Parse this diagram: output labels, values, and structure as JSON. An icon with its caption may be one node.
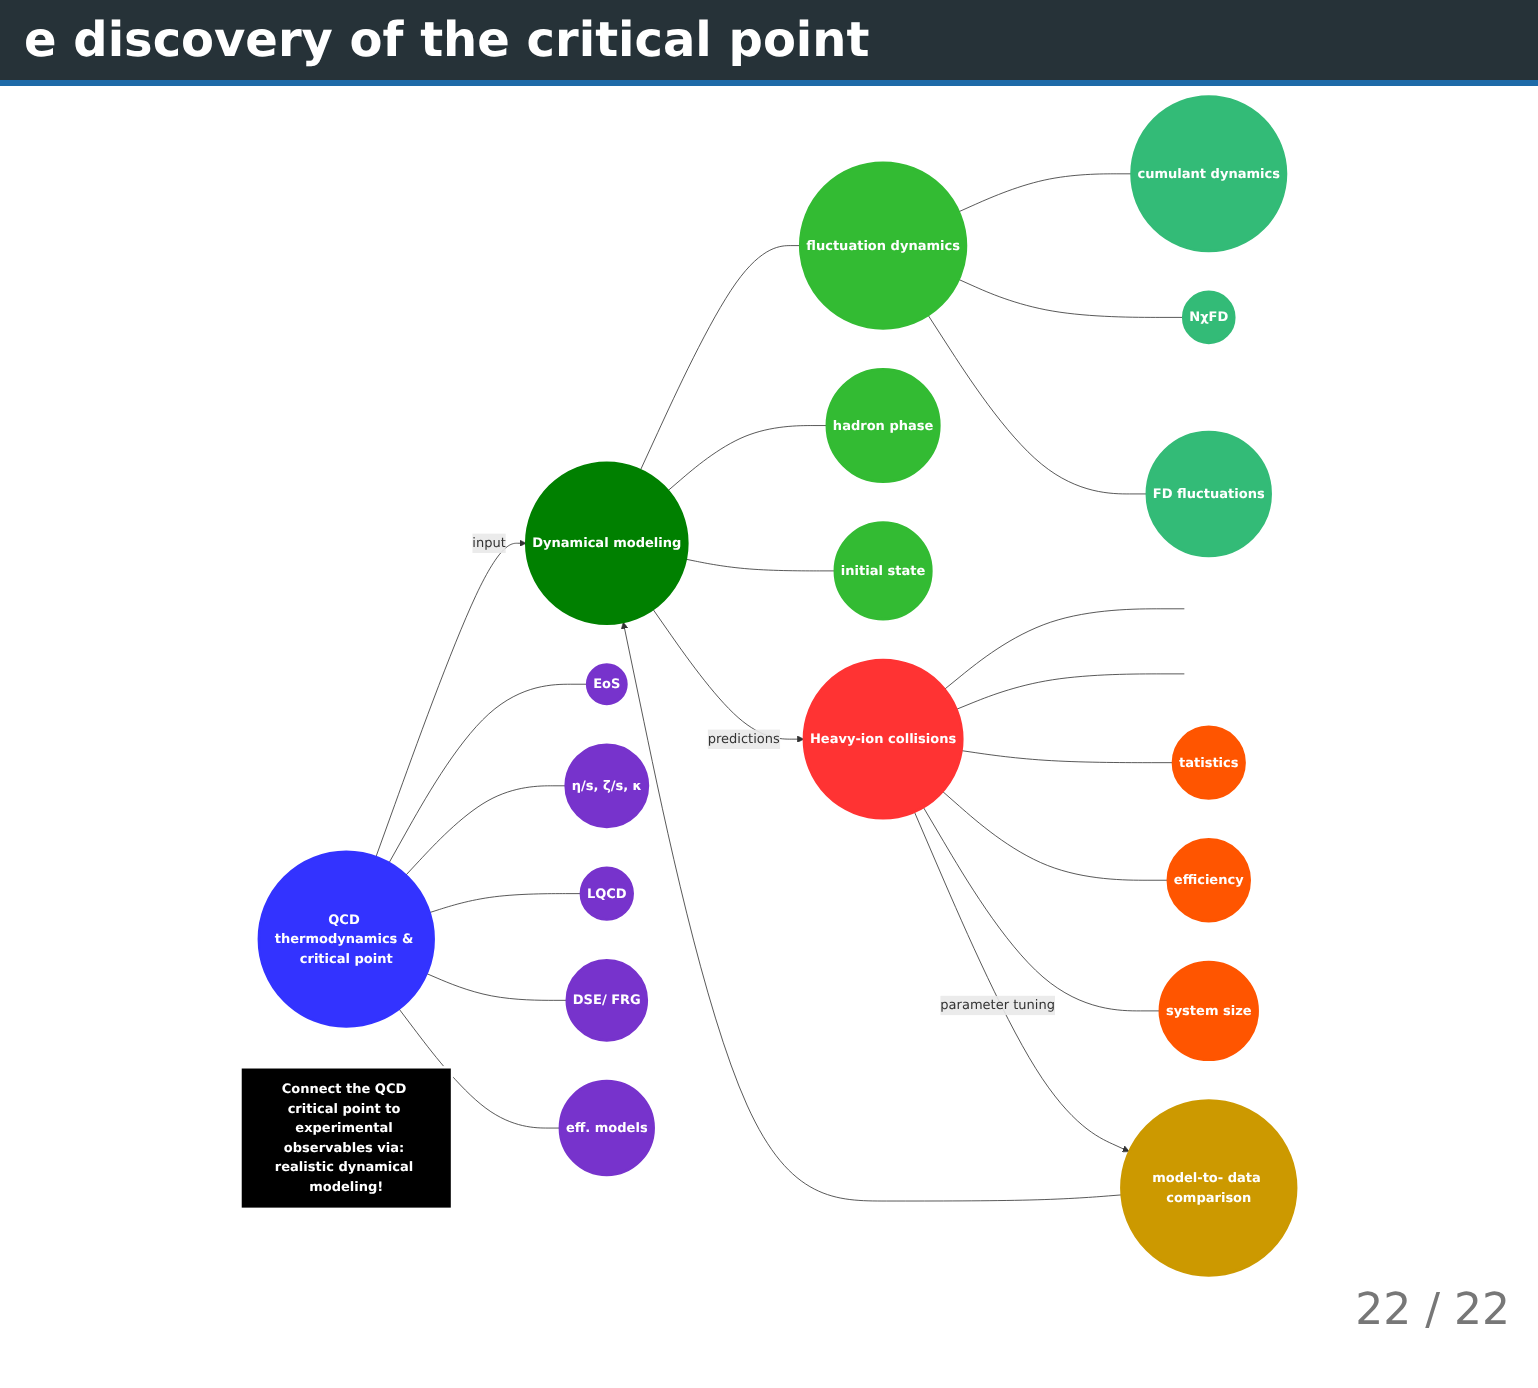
{
  "diagram": {
    "title": "e discovery of the critical point",
    "nodes": [
      {
        "text": [
          "Dynamical modeling"
        ]
      },
      {
        "text": [
          "fluctuation dynamics"
        ]
      },
      {
        "text": [
          "cumulant dynamics"
        ]
      },
      {
        "text": [
          "NχFD"
        ]
      },
      {
        "text": [
          "FD fluctuations"
        ]
      },
      {
        "text": [
          "hadron phase"
        ]
      },
      {
        "text": [
          "initial state"
        ]
      },
      {
        "text": [
          "QCD thermodynamics & critical point"
        ]
      },
      {
        "text": [
          "EoS"
        ]
      },
      {
        "text": [
          "η/s, ζ/s, κ"
        ]
      },
      {
        "text": [
          "LQCD"
        ]
      },
      {
        "text": [
          "DSE/ FRG"
        ]
      },
      {
        "text": [
          "eff. models"
        ]
      },
      {
        "text": [
          "Heavy-ion collisions"
        ]
      },
      {
        "text": [
          "tatistics"
        ]
      },
      {
        "text": [
          "efficiency"
        ]
      },
      {
        "text": [
          "system size"
        ]
      },
      {
        "text": [
          "model-to- data comparison"
        ]
      },
      {
        "text": [
          "Connect the QCD critical point to experimental observables via: realistic dynamical modeling!"
        ]
      }
    ],
    "edges": [
      {
        "from": 0,
        "to": 1,
        "arrow": "none"
      },
      {
        "from": 1,
        "to": 2,
        "arrow": "none"
      },
      {
        "from": 1,
        "to": 3,
        "arrow": "none"
      },
      {
        "from": 1,
        "to": 4,
        "arrow": "none"
      },
      {
        "from": 0,
        "to": 5,
        "arrow": "none"
      },
      {
        "from": 0,
        "to": 6,
        "arrow": "none"
      },
      {
        "from": 7,
        "to": 0,
        "arrow": "to",
        "label": "input"
      },
      {
        "from": 7,
        "to": 8,
        "arrow": "none"
      },
      {
        "from": 7,
        "to": 9,
        "arrow": "none"
      },
      {
        "from": 7,
        "to": 10,
        "arrow": "none"
      },
      {
        "from": 7,
        "to": 11,
        "arrow": "none"
      },
      {
        "from": 7,
        "to": 12,
        "arrow": "none"
      },
      {
        "from": 0,
        "to": 13,
        "arrow": "to",
        "label": "predictions"
      },
      {
        "from": 13,
        "to": null,
        "arrow": "none"
      },
      {
        "from": 13,
        "to": null,
        "arrow": "none"
      },
      {
        "from": 13,
        "to": 14,
        "arrow": "none"
      },
      {
        "from": 13,
        "to": 15,
        "arrow": "none"
      },
      {
        "from": 13,
        "to": 16,
        "arrow": "none"
      },
      {
        "from": 13,
        "to": 17,
        "arrow": "to",
        "label": "parameter tuning"
      },
      {
        "from": 17,
        "to": 0,
        "arrow": "to"
      }
    ],
    "labels": [
      "22 / 22"
    ]
  }
}
